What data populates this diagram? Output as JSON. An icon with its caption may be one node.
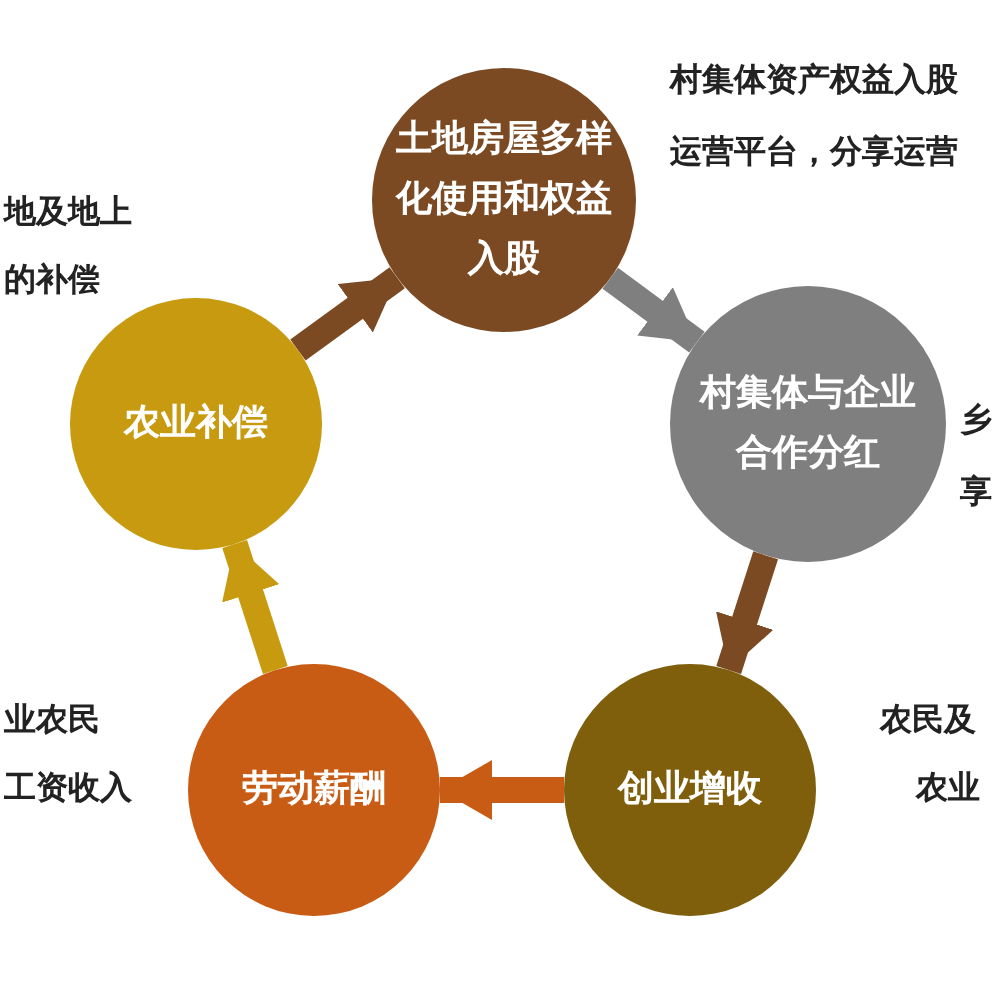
{
  "diagram": {
    "nodes": [
      {
        "text": [
          "土地房屋多样化使用和权益入股"
        ],
        "beside": [
          "村集体资产权益入股",
          "运营平台，分享运营"
        ]
      },
      {
        "text": [
          "村集体与企业合作分红"
        ],
        "beside": [
          "乡",
          "享"
        ]
      },
      {
        "text": [
          "创业增收"
        ],
        "beside": [
          "农民及",
          "农业"
        ]
      },
      {
        "text": [
          "劳动薪酬"
        ],
        "beside": [
          "业农民",
          "工资收入"
        ]
      },
      {
        "text": [
          "农业补偿"
        ],
        "beside": [
          "地及地上",
          "的补偿"
        ]
      }
    ],
    "edges": [
      {
        "from": 0,
        "to": 1,
        "arrow": "to",
        "color": "#7f7f80"
      },
      {
        "from": 1,
        "to": 2,
        "arrow": "to",
        "color": "#7b4a22"
      },
      {
        "from": 2,
        "to": 3,
        "arrow": "to",
        "color": "#c95c14"
      },
      {
        "from": 3,
        "to": 4,
        "arrow": "to",
        "color": "#c79a0f"
      },
      {
        "from": 4,
        "to": 0,
        "arrow": "to",
        "color": "#7b4a22"
      }
    ]
  }
}
